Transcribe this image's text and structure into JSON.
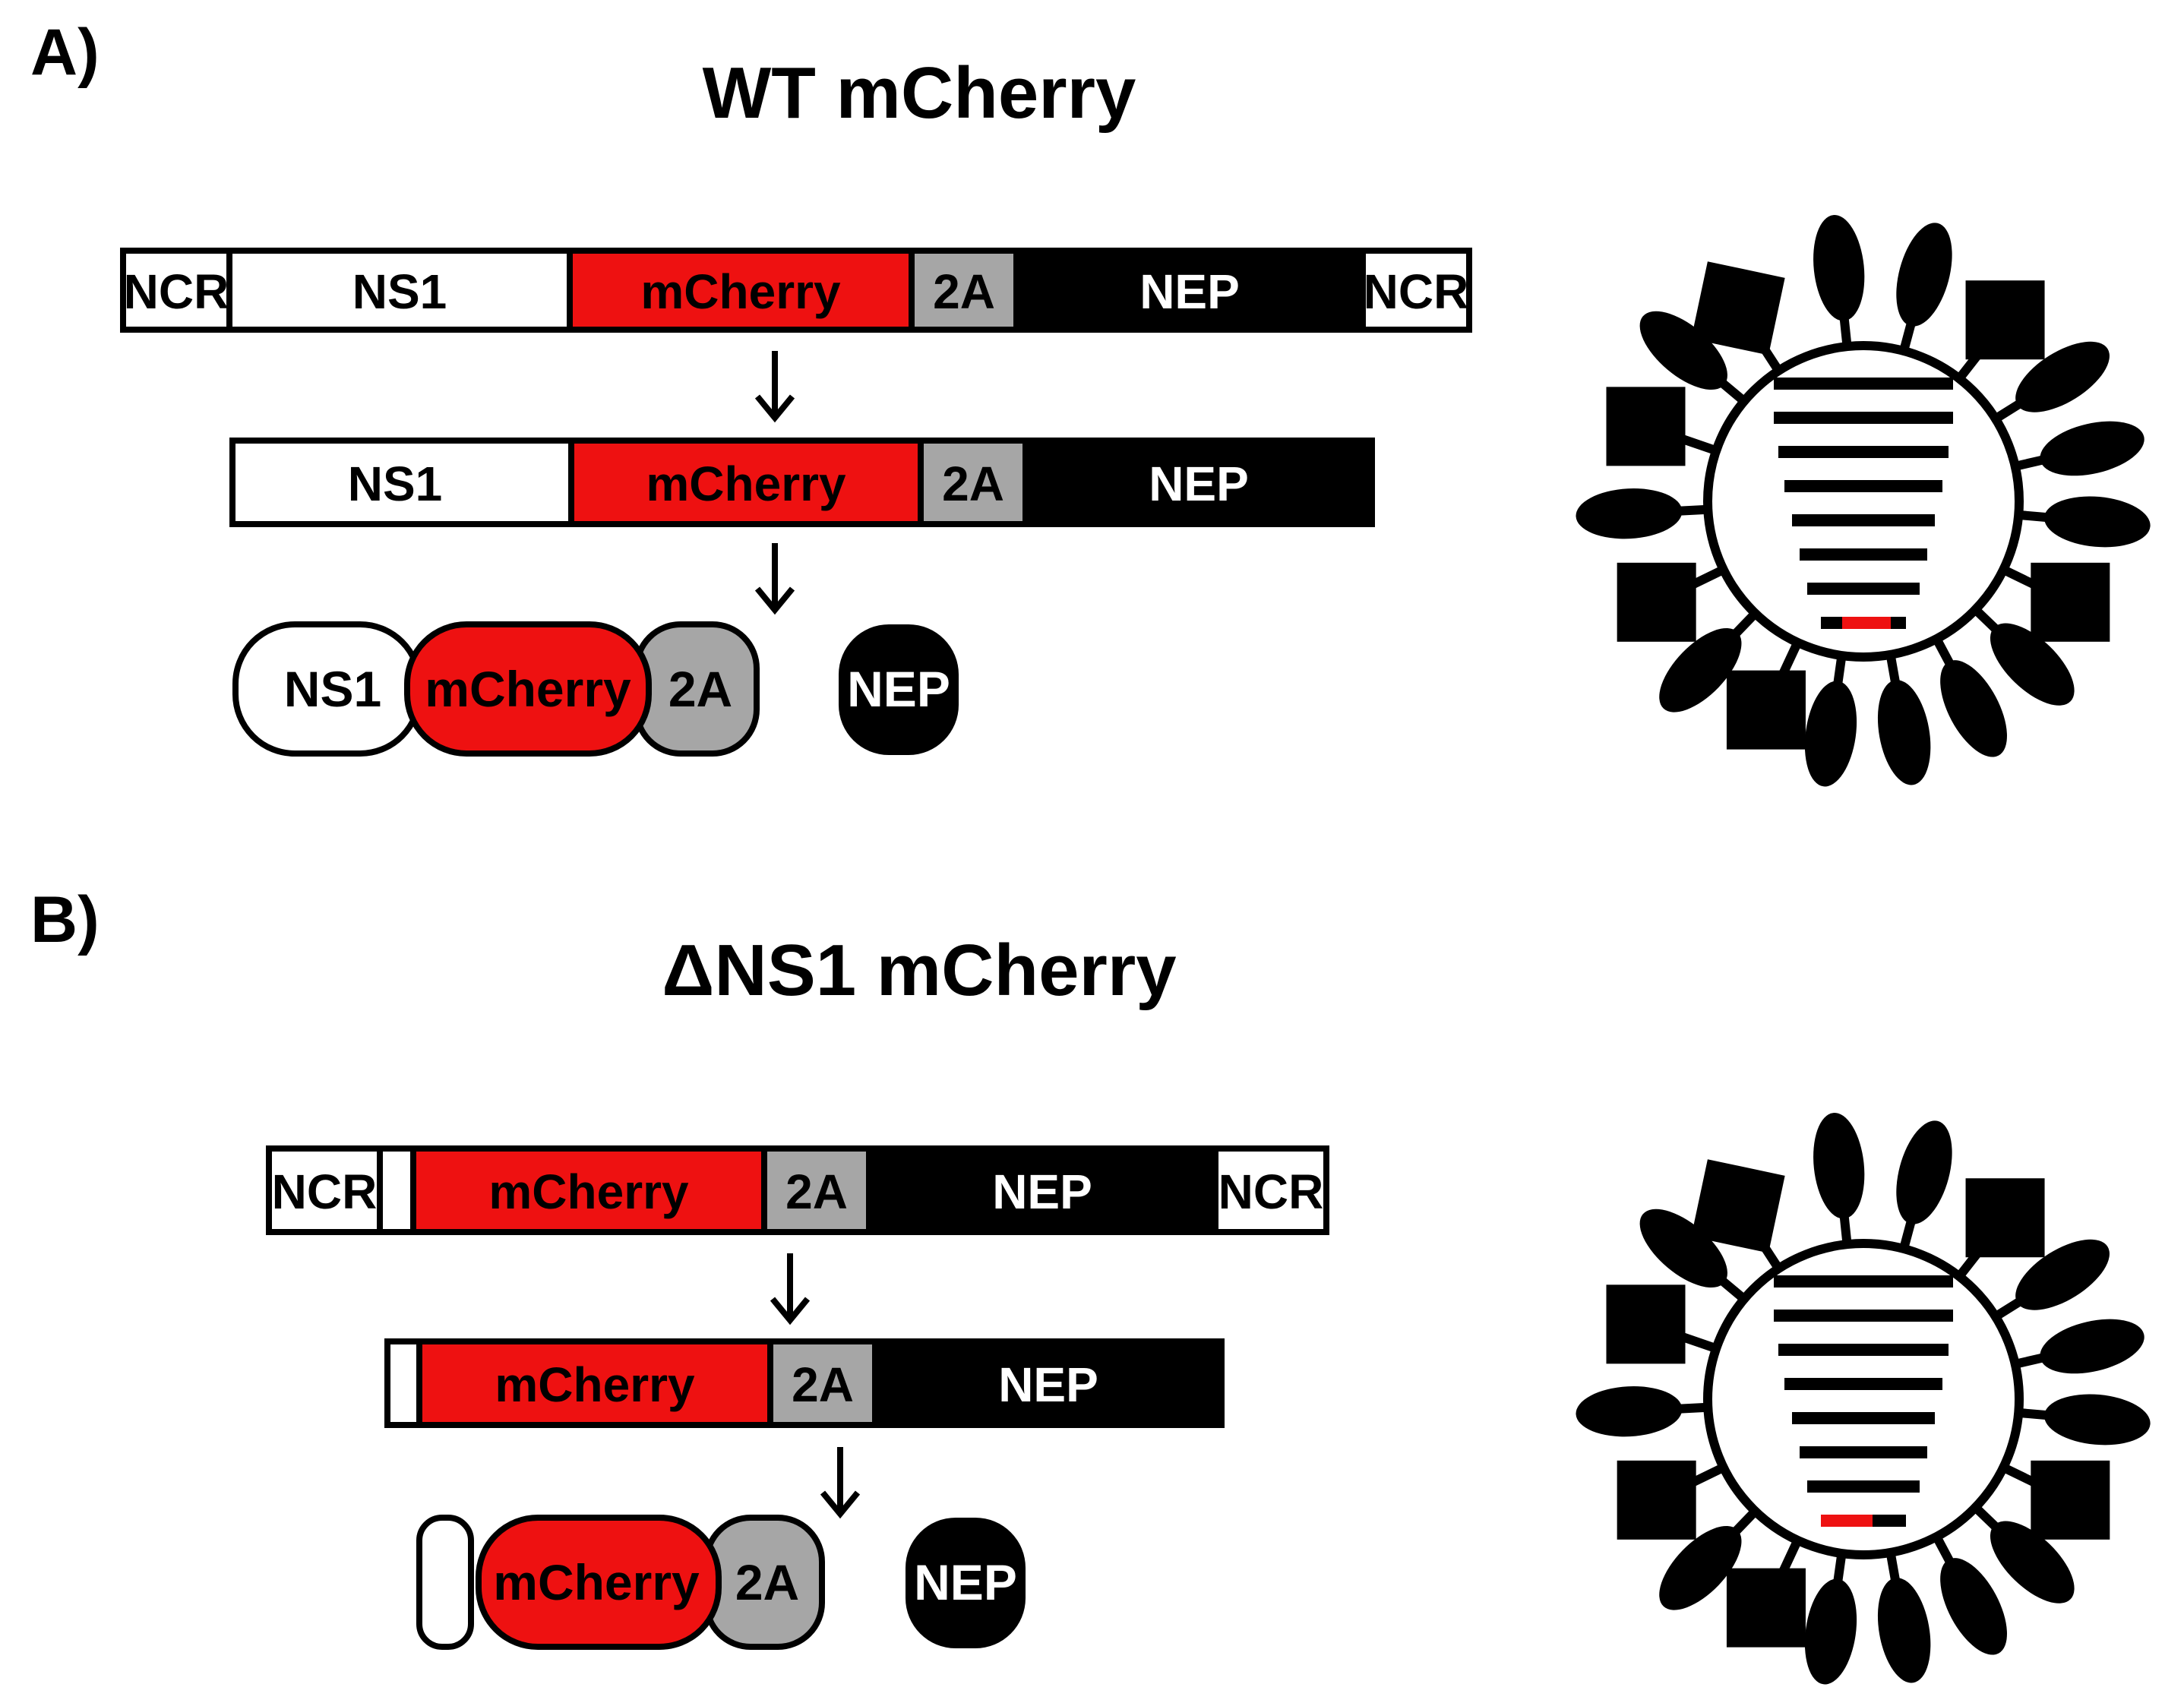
{
  "colors": {
    "red": "#ee1111",
    "gray": "#a6a6a6",
    "black": "#000000",
    "white": "#ffffff"
  },
  "panels": [
    {
      "letter": "A)",
      "title": "WT mCherry",
      "rna": [
        "NCR",
        "NS1",
        "mCherry",
        "2A",
        "NEP",
        "NCR"
      ],
      "mrna": [
        "NS1",
        "mCherry",
        "2A",
        "NEP"
      ],
      "proteins": [
        "NS1",
        "mCherry",
        "2A",
        "NEP"
      ],
      "virion_icon": "influenza-virion-icon"
    },
    {
      "letter": "B)",
      "title": "ΔNS1 mCherry",
      "rna": [
        "NCR",
        "mCherry",
        "2A",
        "NEP",
        "NCR"
      ],
      "mrna": [
        "mCherry",
        "2A",
        "NEP"
      ],
      "proteins": [
        "mCherry",
        "2A",
        "NEP"
      ],
      "virion_icon": "influenza-virion-icon"
    }
  ]
}
